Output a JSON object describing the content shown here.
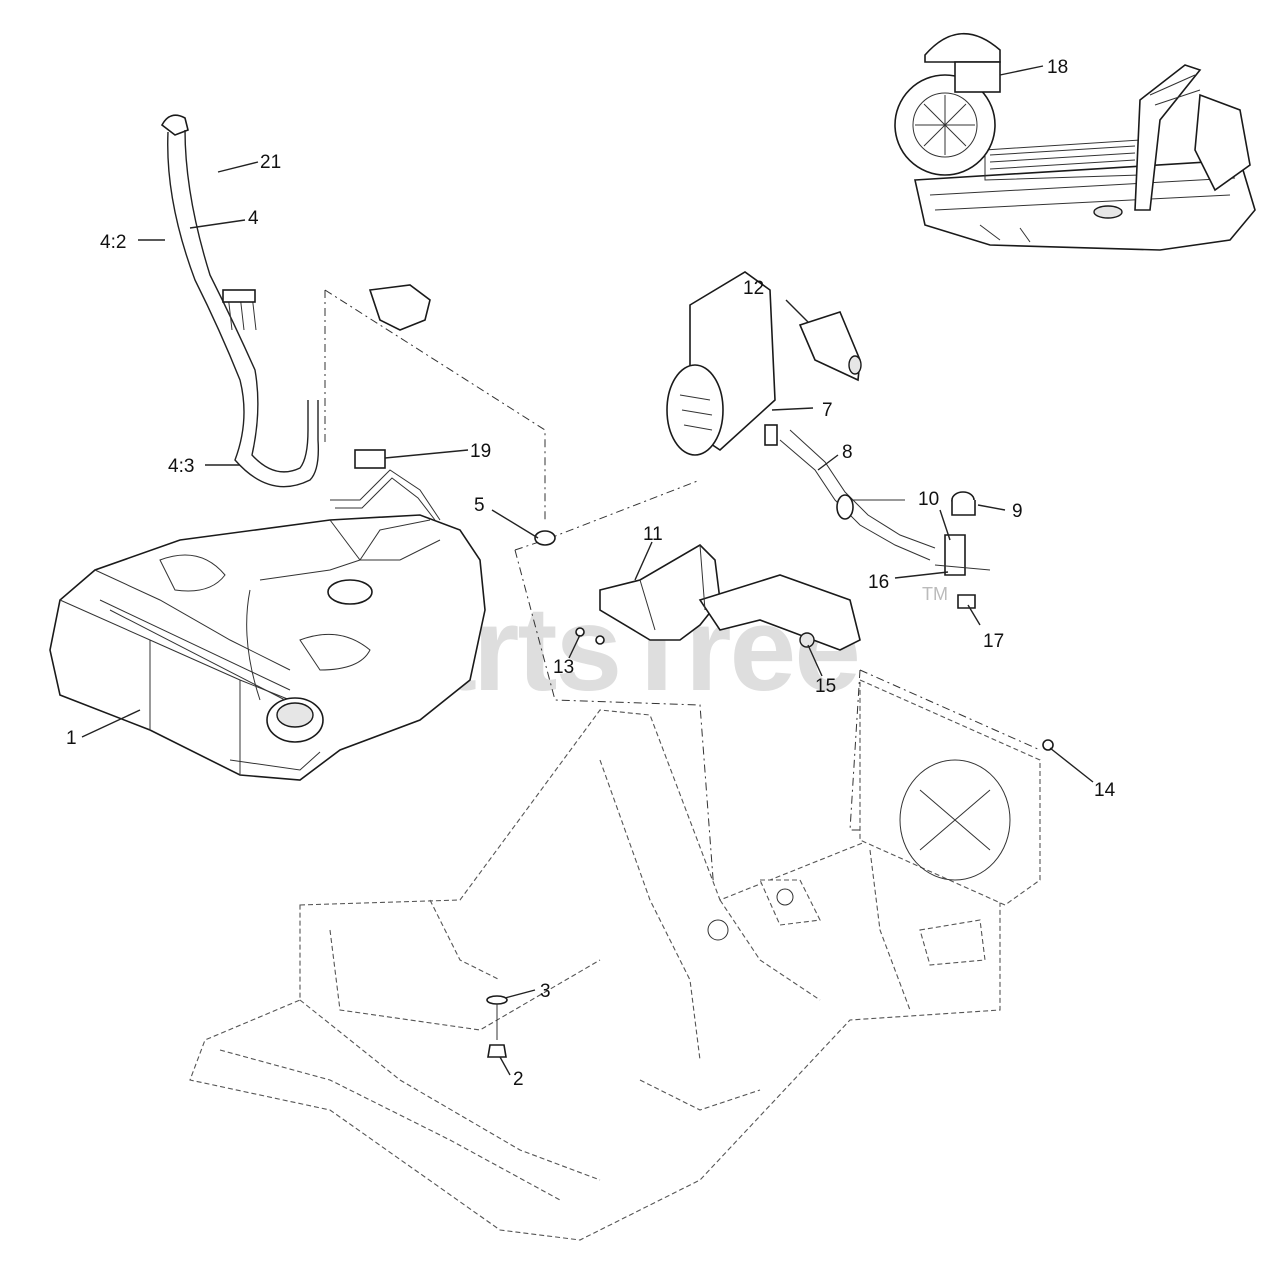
{
  "watermark": {
    "text": "PartsTree",
    "tm": "TM"
  },
  "callouts": {
    "c1": "1",
    "c2": "2",
    "c3": "3",
    "c4": "4",
    "c4_2": "4:2",
    "c4_3": "4:3",
    "c5": "5",
    "c7": "7",
    "c8": "8",
    "c9": "9",
    "c10": "10",
    "c11": "11",
    "c12": "12",
    "c13": "13",
    "c14": "14",
    "c15": "15",
    "c16": "16",
    "c17": "17",
    "c18": "18",
    "c19": "19",
    "c21": "21"
  }
}
